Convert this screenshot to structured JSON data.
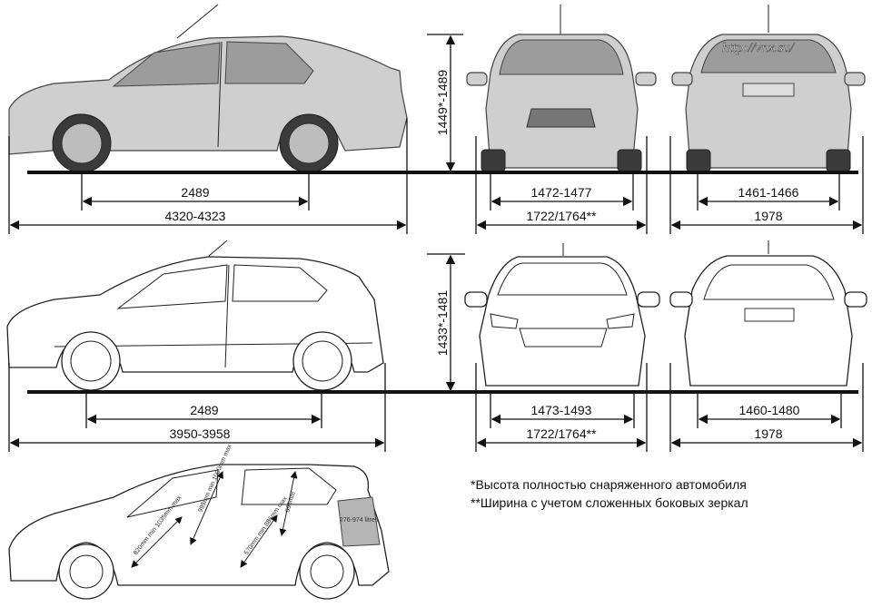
{
  "watermark": "http://vnx.su/",
  "sedan": {
    "wheelbase": "2489",
    "length": "4320-4323",
    "height": "1449*-1489",
    "front_track": "1472-1477",
    "front_width": "1722/1764**",
    "rear_track": "1461-1466",
    "rear_width": "1978"
  },
  "hatch": {
    "wheelbase": "2489",
    "length": "3950-3958",
    "height": "1433*-1481",
    "front_track": "1473-1493",
    "front_width": "1722/1764**",
    "rear_track": "1460-1480",
    "rear_width": "1978"
  },
  "interior": {
    "front_headroom": "995mm min 1000mm max",
    "front_legroom": "820mm min 1035mm max",
    "rear_headroom": "896mm",
    "rear_legroom": "570mm min 886mm max",
    "boot": "276-974 litres"
  },
  "notes": [
    "*Высота полностью снаряженного автомобиля",
    "**Ширина с учетом сложенных боковых зеркал"
  ]
}
